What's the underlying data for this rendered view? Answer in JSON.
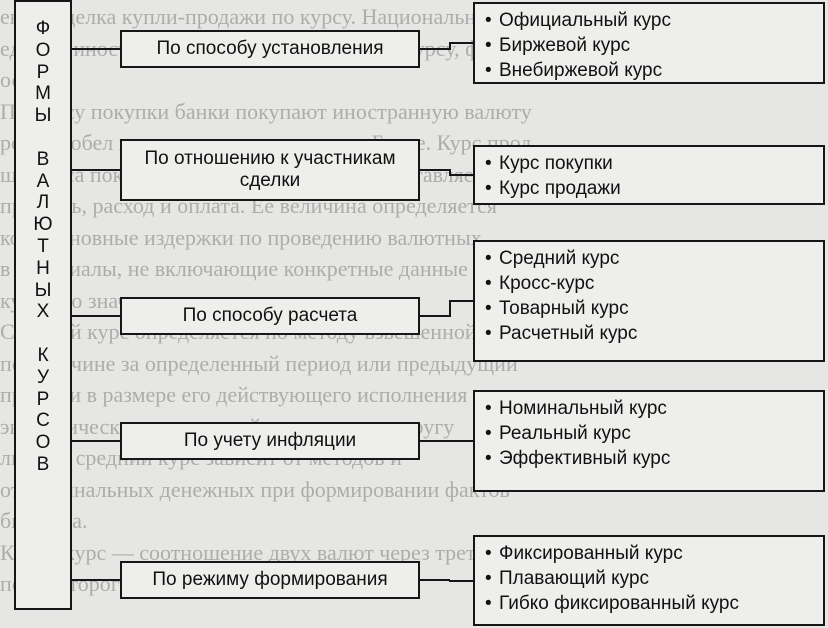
{
  "background_text": [
    "ения, сделка купли-продажи по курсу. Национальная валюта",
    "единиц иностранной валюты к валютному курсу, формируемому",
    "особы",
    "По курсу покупки банки покупают иностранную валюту",
    "рода пробел по продаже на наличные в Банке. Курс прод",
    "ше курса покупки. Разница между ними составляет доход",
    "прибыль, расход и оплата. Ее величина определяется",
    "кон. Основные издержки по проведению валютных",
    "в материалы, не включающие конкретные данные",
    "курс, его значение",
    "Средний курс определяется по методу взвешенной",
    "по величине за определенный период или предыдущий",
    "продажи в размере его действующего исполнения",
    "экономических показателей по основному кругу",
    "личные средний курс зависит от методов и",
    "от номинальных денежных при формировании фактов",
    "бюджета.",
    "Кросс-курс — соотношение двух валют через третью",
    "пост которого рассматриваются в России"
  ],
  "left_box": {
    "letters": [
      "Ф",
      "О",
      "Р",
      "М",
      "Ы",
      "",
      "В",
      "А",
      "Л",
      "Ю",
      "Т",
      "Н",
      "Ы",
      "Х",
      "",
      "К",
      "У",
      "Р",
      "С",
      "О",
      "В"
    ]
  },
  "categories": [
    {
      "label": "По способу установления",
      "items": [
        "Официальный курс",
        "Биржевой курс",
        "Внебиржевой курс"
      ]
    },
    {
      "label": "По отношению к участникам сделки",
      "items": [
        "Курс покупки",
        "Курс продажи"
      ]
    },
    {
      "label": "По способу расчета",
      "items": [
        "Средний курс",
        "Кросс-курс",
        "Товарный курс",
        "Расчетный курс"
      ]
    },
    {
      "label": "По учету инфляции",
      "items": [
        "Номинальный курс",
        "Реальный курс",
        "Эффективный курс"
      ]
    },
    {
      "label": "По режиму формирования",
      "items": [
        "Фиксированный курс",
        "Плавающий курс",
        "Гибко фиксированный курс"
      ]
    }
  ],
  "bullet": "•"
}
